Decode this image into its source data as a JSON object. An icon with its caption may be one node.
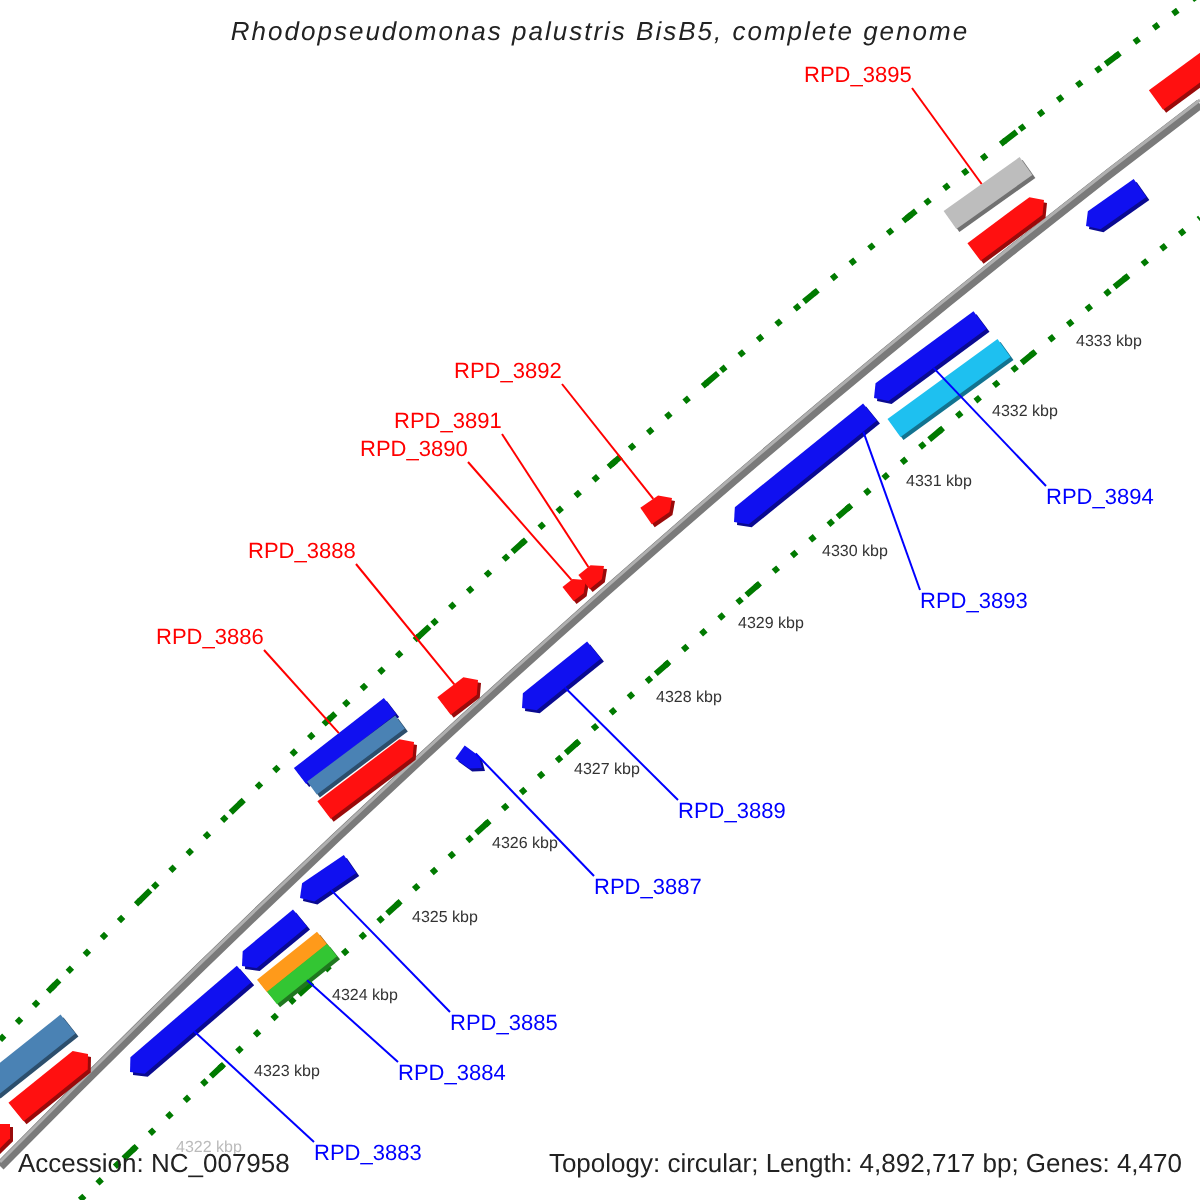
{
  "diagram": {
    "title": "Rhodopseudomonas palustris BisB5, complete genome",
    "nodes": [
      {
        "text": [
          "RPD_3895"
        ]
      },
      {
        "text": [
          "RPD_3892"
        ]
      },
      {
        "text": [
          "RPD_3891"
        ]
      },
      {
        "text": [
          "RPD_3890"
        ]
      },
      {
        "text": [
          "RPD_3894"
        ]
      },
      {
        "text": [
          "RPD_3888"
        ]
      },
      {
        "text": [
          "RPD_3893"
        ]
      },
      {
        "text": [
          "RPD_3886"
        ]
      },
      {
        "text": [
          "RPD_3889"
        ]
      },
      {
        "text": [
          "RPD_3887"
        ]
      },
      {
        "text": [
          "RPD_3885"
        ]
      },
      {
        "text": [
          "RPD_3884"
        ]
      },
      {
        "text": [
          "RPD_3883"
        ]
      },
      {
        "text": [],
        "shape": "bar"
      },
      {
        "text": [],
        "shape": "bar"
      },
      {
        "text": [],
        "shape": "bar"
      },
      {
        "text": [],
        "shape": "bar"
      },
      {
        "text": [],
        "shape": "bar"
      },
      {
        "text": [],
        "shape": "bar"
      },
      {
        "text": [],
        "shape": "bar"
      },
      {
        "text": [],
        "shape": "bar"
      },
      {
        "text": [],
        "shape": "bar"
      },
      {
        "text": [],
        "shape": "bar"
      },
      {
        "text": [],
        "shape": "bar"
      },
      {
        "text": [],
        "shape": "bar"
      },
      {
        "text": [],
        "shape": "bar"
      },
      {
        "text": [],
        "shape": "bar"
      },
      {
        "text": [],
        "shape": "bar"
      },
      {
        "text": [],
        "shape": "bar"
      },
      {
        "text": [],
        "shape": "bar"
      },
      {
        "text": [],
        "shape": "bar"
      },
      {
        "text": [],
        "shape": "bar"
      },
      {
        "text": [],
        "shape": "bar"
      },
      {
        "text": [],
        "shape": "bar"
      },
      {
        "text": [],
        "shape": "bar"
      },
      {
        "text": [],
        "shape": "bar"
      },
      {
        "text": [],
        "shape": "bar"
      }
    ],
    "edges": [
      {
        "from": 0,
        "to": 14,
        "arrow": "none",
        "color": "#ff0000"
      },
      {
        "from": 1,
        "to": 20,
        "arrow": "none",
        "color": "#ff0000"
      },
      {
        "from": 2,
        "to": 22,
        "arrow": "none",
        "color": "#ff0000"
      },
      {
        "from": 3,
        "to": 21,
        "arrow": "none",
        "color": "#ff0000"
      },
      {
        "from": 4,
        "to": 17,
        "arrow": "none",
        "color": "#0000ff"
      },
      {
        "from": 5,
        "to": 23,
        "arrow": "none",
        "color": "#ff0000"
      },
      {
        "from": 6,
        "to": 19,
        "arrow": "none",
        "color": "#0000ff"
      },
      {
        "from": 7,
        "to": 25,
        "arrow": "none",
        "color": "#ff0000"
      },
      {
        "from": 8,
        "to": 24,
        "arrow": "none",
        "color": "#0000ff"
      },
      {
        "from": 9,
        "to": 28,
        "arrow": "none",
        "color": "#0000ff"
      },
      {
        "from": 10,
        "to": 29,
        "arrow": "none",
        "color": "#0000ff"
      },
      {
        "from": 11,
        "to": 33,
        "arrow": "none",
        "color": "#0000ff"
      },
      {
        "from": 12,
        "to": 31,
        "arrow": "none",
        "color": "#0000ff"
      }
    ],
    "labels": [
      "4333 kbp",
      "4332 kbp",
      "4331 kbp",
      "4330 kbp",
      "4329 kbp",
      "4328 kbp",
      "4327 kbp",
      "4326 kbp",
      "4325 kbp",
      "4324 kbp",
      "4323 kbp",
      "4322 kbp",
      "Accession: NC_007958",
      "Topology: circular; Length: 4,892,717 bp; Genes: 4,470"
    ]
  }
}
